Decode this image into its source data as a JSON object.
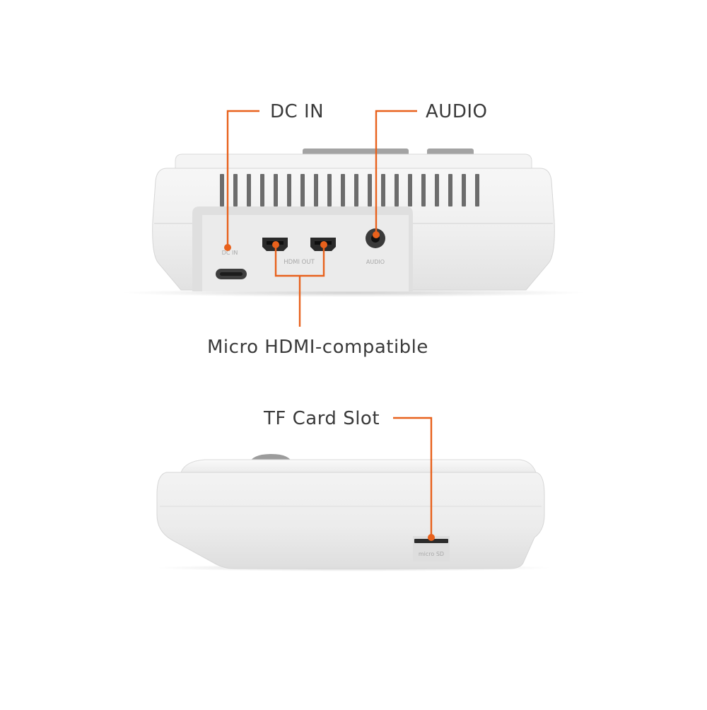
{
  "callouts": {
    "dc_in": "DC IN",
    "audio": "AUDIO",
    "micro_hdmi": "Micro HDMI-compatible",
    "tf_card_slot": "TF Card Slot"
  },
  "port_markings": {
    "dc_in": "DC IN",
    "hdmi_out": "HDMI OUT",
    "audio": "AUDIO",
    "micro_sd": "micro SD"
  },
  "colors": {
    "accent": "#e8611c",
    "shell": "#f1f1f1",
    "panel": "#e9e9e9",
    "button_gray": "#9c9c9c",
    "label_text": "#3a3a3a"
  }
}
